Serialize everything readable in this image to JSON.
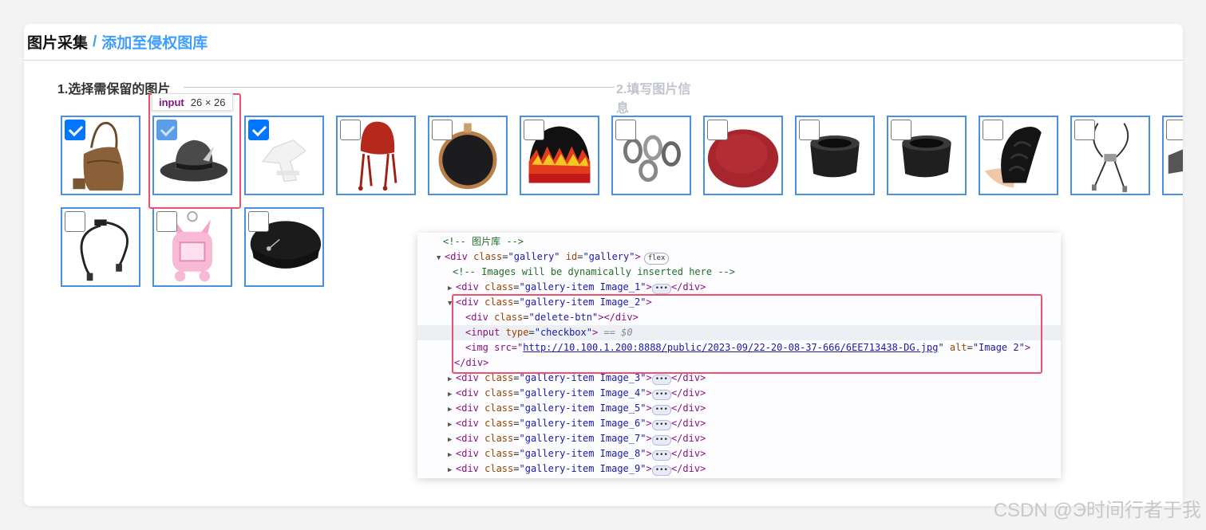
{
  "header": {
    "title": "图片采集",
    "separator": "/",
    "subtitle": "添加至侵权图库"
  },
  "steps": {
    "step1": "1.选择需保留的图片",
    "step2": "2.填写图片信息"
  },
  "tooltip": {
    "tag": "input",
    "size": "26 × 26"
  },
  "gallery": [
    {
      "checked": true,
      "icon": "bag-icon"
    },
    {
      "checked": true,
      "icon": "fedora-hat-icon",
      "highlight": true
    },
    {
      "checked": true,
      "icon": "white-stand-icon"
    },
    {
      "checked": false,
      "icon": "knit-hat-icon"
    },
    {
      "checked": false,
      "icon": "embroidery-hoop-icon"
    },
    {
      "checked": false,
      "icon": "flame-beanie-icon"
    },
    {
      "checked": false,
      "icon": "rings-icon"
    },
    {
      "checked": false,
      "icon": "beret-icon"
    },
    {
      "checked": false,
      "icon": "rubber-sleeve-icon"
    },
    {
      "checked": false,
      "icon": "rubber-sleeve-icon"
    },
    {
      "checked": false,
      "icon": "braid-headband-icon"
    },
    {
      "checked": false,
      "icon": "bolo-tie-icon"
    },
    {
      "checked": false,
      "icon": "partial-item-icon"
    },
    {
      "checked": false,
      "icon": "cable-icon"
    },
    {
      "checked": false,
      "icon": "keychain-icon"
    },
    {
      "checked": false,
      "icon": "black-beret-icon"
    }
  ],
  "devtools": {
    "lines": [
      {
        "text": "<!-- 图片库 -->"
      },
      {
        "text": "<div class=\"gallery\" id=\"gallery\">",
        "badge": "flex"
      },
      {
        "text": "<!-- Images will be dynamically inserted here -->"
      },
      {
        "text": "<div class=\"gallery-item Image_1\">"
      },
      {
        "text": "<div class=\"gallery-item Image_2\">"
      },
      {
        "text": "<div class=\"delete-btn\"></div>"
      },
      {
        "text": "<input type=\"checkbox\">",
        "suffix": "== $0"
      },
      {
        "text": "<img src=\"",
        "link": "http://10.100.1.200:8888/public/2023-09/22-20-08-37-666/6EE713438-DG.jpg",
        "tail": "\" alt=\"Image 2\">"
      },
      {
        "text": "</div>"
      },
      {
        "text": "<div class=\"gallery-item Image_3\">"
      },
      {
        "text": "<div class=\"gallery-item Image_4\">"
      },
      {
        "text": "<div class=\"gallery-item Image_5\">"
      },
      {
        "text": "<div class=\"gallery-item Image_6\">"
      },
      {
        "text": "<div class=\"gallery-item Image_7\">"
      },
      {
        "text": "<div class=\"gallery-item Image_8\">"
      },
      {
        "text": "<div class=\"gallery-item Image_9\">"
      }
    ],
    "close_tag": "</div>",
    "dots": "•••"
  },
  "watermark": "CSDN @Э时间行者于我"
}
